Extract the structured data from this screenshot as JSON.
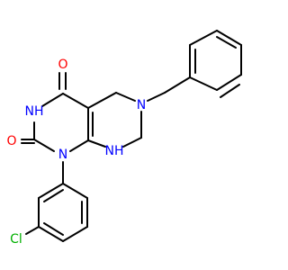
{
  "structure": {
    "atoms": {
      "O_top": {
        "text": "O",
        "color": "#ff0000"
      },
      "NH_3": {
        "text": "NH",
        "color": "#0000ff"
      },
      "O_2": {
        "text": "O",
        "color": "#ff0000"
      },
      "N_1": {
        "text": "N",
        "color": "#0000ff"
      },
      "N_6": {
        "text": "N",
        "color": "#0000ff"
      },
      "NH_8": {
        "text": "NH",
        "color": "#0000ff"
      },
      "Cl": {
        "text": "Cl",
        "color": "#00b000"
      }
    },
    "bond_color": "#000000"
  }
}
